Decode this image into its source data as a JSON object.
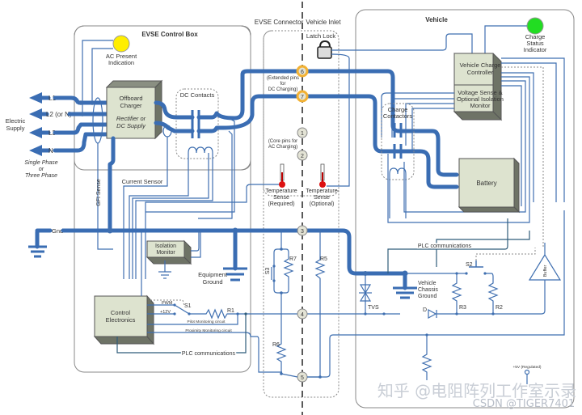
{
  "regions": {
    "evse_control_box": "EVSE Control Box",
    "evse_connector": "EVSE Connector",
    "vehicle_inlet": "Vehicle Inlet",
    "vehicle": "Vehicle"
  },
  "supply": {
    "title_line1": "Electric",
    "title_line2": "Supply",
    "lines": [
      "L1",
      "L2 (or N)",
      "L3",
      "N"
    ],
    "phase_line1": "Single Phase",
    "phase_line2": "or",
    "phase_line3": "Three Phase",
    "gnd": "Gnd"
  },
  "evse": {
    "ac_present_line1": "AC Present",
    "ac_present_line2": "Indication",
    "offboard_line1": "Offboard",
    "offboard_line2": "Charger",
    "offboard_line3": "Rectifier or",
    "offboard_line4": "DC Supply",
    "dc_contacts": "DC Contacts",
    "gfi_sense": "GFI Sense",
    "current_sensor": "Current Sensor",
    "isolation_line1": "Isolation",
    "isolation_line2": "Monitor",
    "equip_ground_line1": "Equipment",
    "equip_ground_line2": "Ground",
    "control_line1": "Control",
    "control_line2": "Electronics",
    "pwm": "PWM",
    "v12": "+12V",
    "s1": "S1",
    "r1": "R1",
    "pilot": "Pilot Monitoring circuit",
    "proximity": "Proximity Monitoring circuit",
    "plc": "PLC communications"
  },
  "connector": {
    "latch_lock": "Latch Lock",
    "pins": [
      "6",
      "7",
      "1",
      "2",
      "3",
      "4",
      "5"
    ],
    "extended_line1": "(Extended pins",
    "extended_line2": "for",
    "extended_line3": "DC Charging)",
    "core_line1": "(Core pins for",
    "core_line2": "AC Charging)",
    "temp_req_line1": "Temperature",
    "temp_req_line2": "Sense",
    "temp_req_line3": "(Required)",
    "temp_opt_line1": "Temperature",
    "temp_opt_line2": "Sense",
    "temp_opt_line3": "(Optional)",
    "r7": "R7",
    "r5": "R5",
    "r6": "R6",
    "s3": "S3"
  },
  "vehicle": {
    "charge_status_line1": "Charge",
    "charge_status_line2": "Status",
    "charge_status_line3": "Indicator",
    "vcc_line1": "Vehicle Charge",
    "vcc_line2": "Controller",
    "vsense_line1": "Voltage Sense &",
    "vsense_line2": "Optional Isolation",
    "vsense_line3": "Monitor",
    "contactors_line1": "Charge",
    "contactors_line2": "Contactors",
    "battery": "Battery",
    "plc": "PLC communications",
    "s2": "S2",
    "buffer": "Buffer",
    "chassis_line1": "Vehicle",
    "chassis_line2": "Chassis",
    "chassis_line3": "Ground",
    "tvs": "TVS",
    "d": "D",
    "r3": "R3",
    "r2": "R2",
    "v5": "+5V (Regulated)"
  },
  "watermarks": {
    "zhihu": "知乎 @电阻阵列工作室示录",
    "csdn": "CSDN @TIGER7401"
  },
  "colors": {
    "wire": "#3a6db3",
    "ac_indicator": "#ffee00",
    "charge_indicator": "#22dd22",
    "pin_highlight": "#f2b134",
    "thermometer": "#dd1111"
  }
}
